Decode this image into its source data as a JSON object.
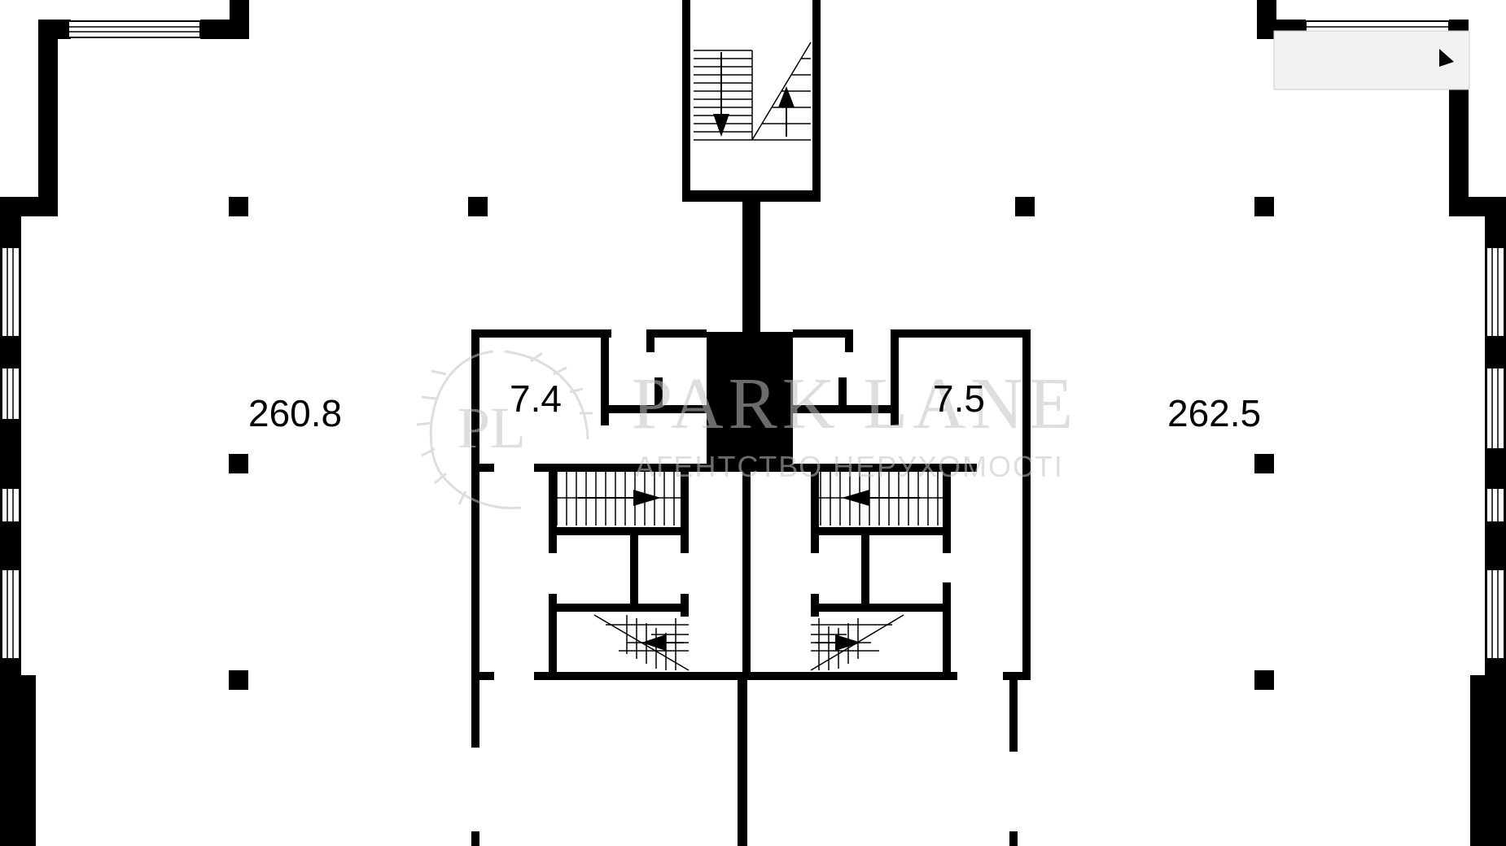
{
  "plan": {
    "background": "#ffffff",
    "wall_color": "#000000",
    "rooms": [
      {
        "id": "left-hall",
        "area": "260.8"
      },
      {
        "id": "left-small-room",
        "area": "7.4"
      },
      {
        "id": "right-small-room",
        "area": "7.5"
      },
      {
        "id": "right-hall",
        "area": "262.5"
      }
    ]
  },
  "watermark": {
    "name": "PARK LANE",
    "tagline": "АГЕНТСТВО НЕРУХОМОСТІ",
    "monogram": "PL",
    "color": "#b8b8b8"
  },
  "icons": [
    "window-icon",
    "stair-arrow-icon",
    "column-icon",
    "laurel-wreath-icon"
  ]
}
